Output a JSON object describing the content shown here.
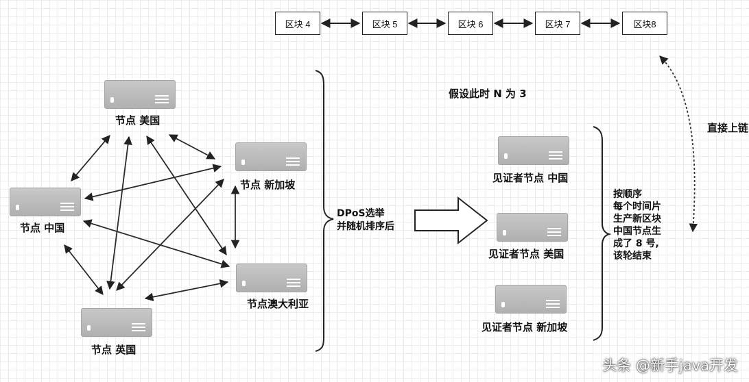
{
  "blocks": [
    "区块 4",
    "区块 5",
    "区块 6",
    "区块 7",
    "区块8"
  ],
  "nodes": {
    "usa": "节点 美国",
    "singapore": "节点 新加坡",
    "china": "节点 中国",
    "australia": "节点澳大利亚",
    "uk": "节点 英国"
  },
  "assumption": "假设此时 N 为 3",
  "election": [
    "DPoS选举",
    "并随机排序后"
  ],
  "witnesses": [
    "见证者节点 中国",
    "见证者节点 美国",
    "见证者节点 新加坡"
  ],
  "round_note": [
    "按顺序",
    "每个时间片",
    "生产新区块",
    "中国节点生",
    "成了 8 号,",
    "该轮结束"
  ],
  "direct_chain": "直接上链",
  "watermark": "头条 @新手java开发"
}
